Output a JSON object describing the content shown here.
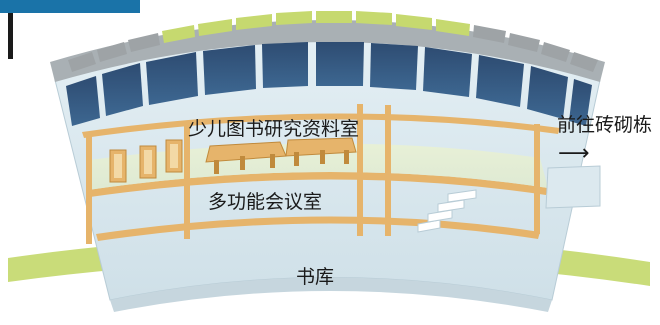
{
  "labels": {
    "upper_floor": "少儿图书研究资料室",
    "middle_floor": "多功能会议室",
    "ground_floor": "书库",
    "exit_direction": "前往砖砌栋"
  },
  "icons": {
    "exit_arrow": "right-arrow-icon"
  },
  "colors": {
    "ground_band": "#c9dc79",
    "roof_panel_green": "#c6d96f",
    "roof_panel_gray": "#9ea3a6",
    "window_blue": "#32527a",
    "wall": "#dce9ef",
    "timber": "#e6b46b",
    "corner_tab": "#1a73a8"
  }
}
